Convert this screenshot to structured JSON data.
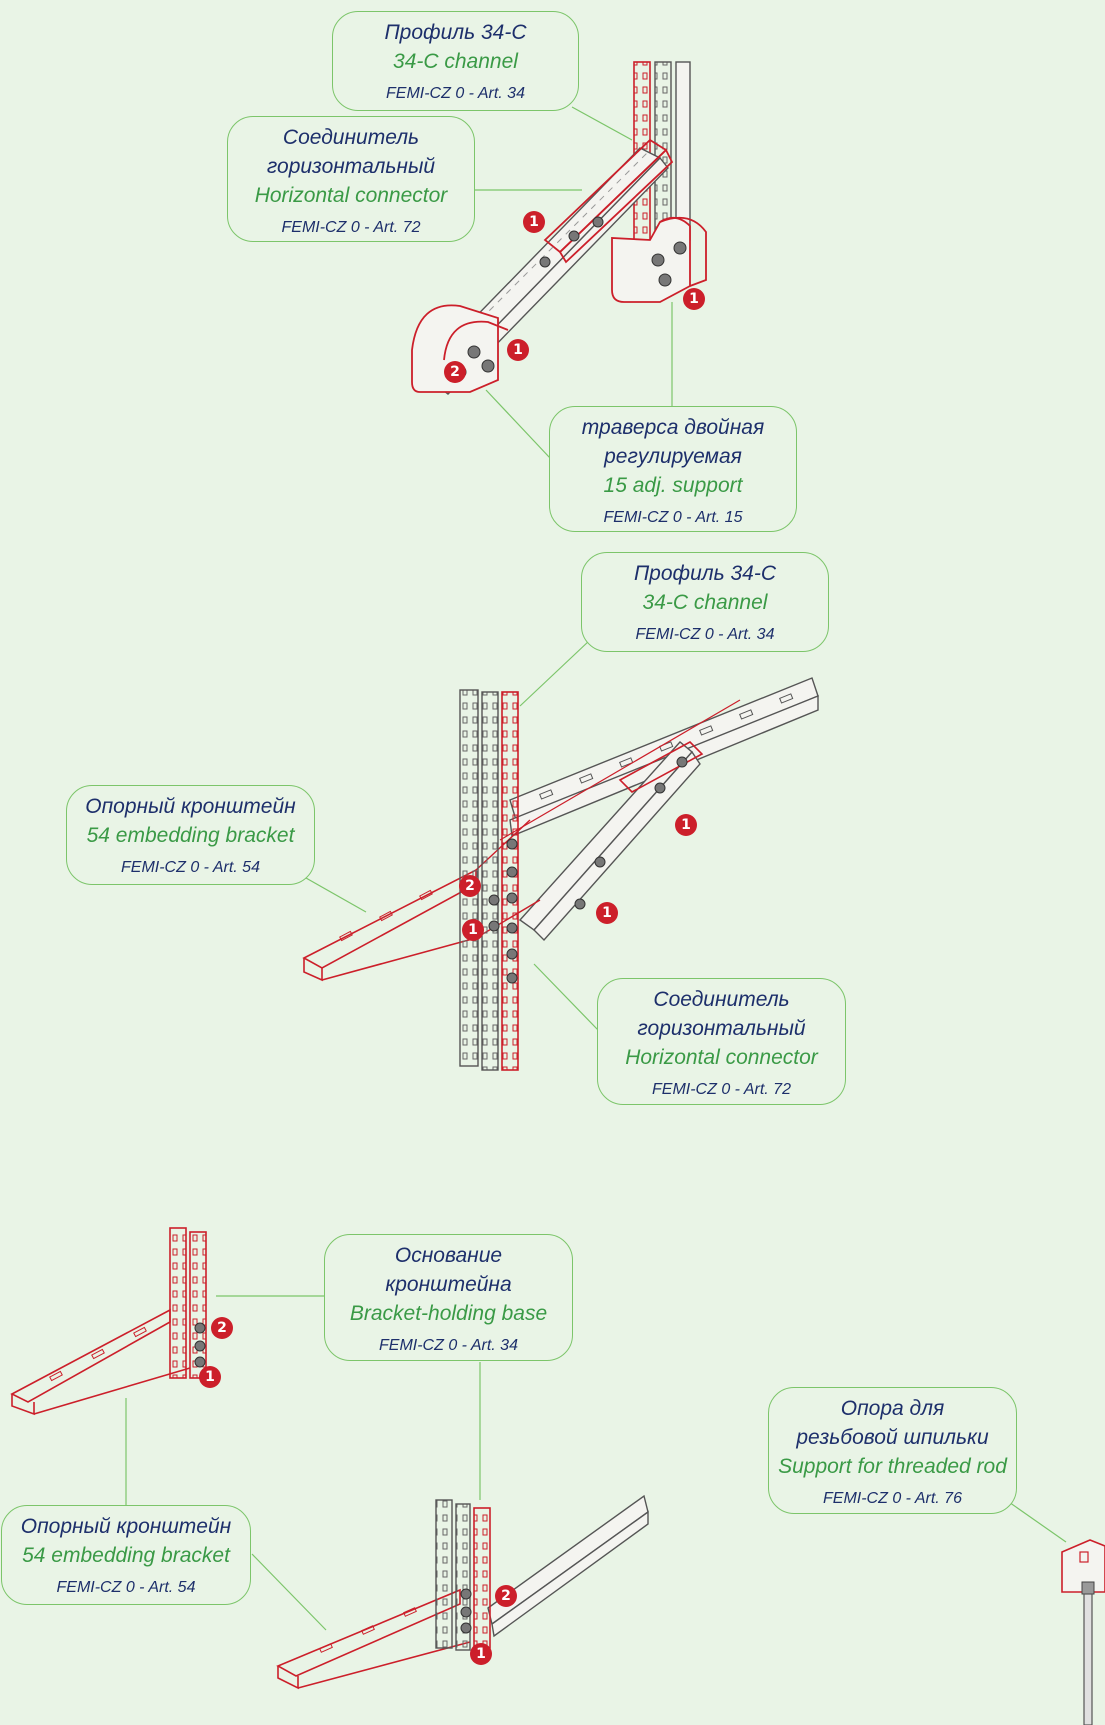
{
  "callouts": {
    "c1": {
      "ru": "Профиль 34-C",
      "en": "34-C channel",
      "art": "FEMI-CZ 0 - Art. 34"
    },
    "c2": {
      "ru": "Соединитель\nгоризонтальный",
      "en": "Horizontal connector",
      "art": "FEMI-CZ 0 - Art. 72"
    },
    "c3": {
      "ru": "траверса двойная\nрегулируемая",
      "en": "15 adj. support",
      "art": "FEMI-CZ 0 - Art. 15"
    },
    "c4": {
      "ru": "Профиль 34-C",
      "en": "34-C channel",
      "art": "FEMI-CZ 0 - Art. 34"
    },
    "c5": {
      "ru": "Опорный кронштейн",
      "en": "54 embedding bracket",
      "art": "FEMI-CZ 0 - Art. 54"
    },
    "c6": {
      "ru": "Соединитель\nгоризонтальный",
      "en": "Horizontal connector",
      "art": "FEMI-CZ 0 - Art. 72"
    },
    "c7": {
      "ru": "Основание\nкронштейна",
      "en": "Bracket-holding base",
      "art": "FEMI-CZ 0 - Art. 34"
    },
    "c8": {
      "ru": "Опорный кронштейн",
      "en": "54 embedding bracket",
      "art": "FEMI-CZ 0 - Art. 54"
    },
    "c9": {
      "ru": "Опора для\nрезьбовой шпильки",
      "en": "Support for threaded rod",
      "art": "FEMI-CZ 0 - Art. 76"
    }
  },
  "badges": {
    "one": "1",
    "two": "2"
  },
  "colors": {
    "background": "#e9f4e6",
    "callout_border": "#7cc56a",
    "russian_text": "#1d2f6b",
    "english_text": "#3a9a46",
    "highlight_part": "#cc1f2a",
    "part_outline": "#555555"
  }
}
